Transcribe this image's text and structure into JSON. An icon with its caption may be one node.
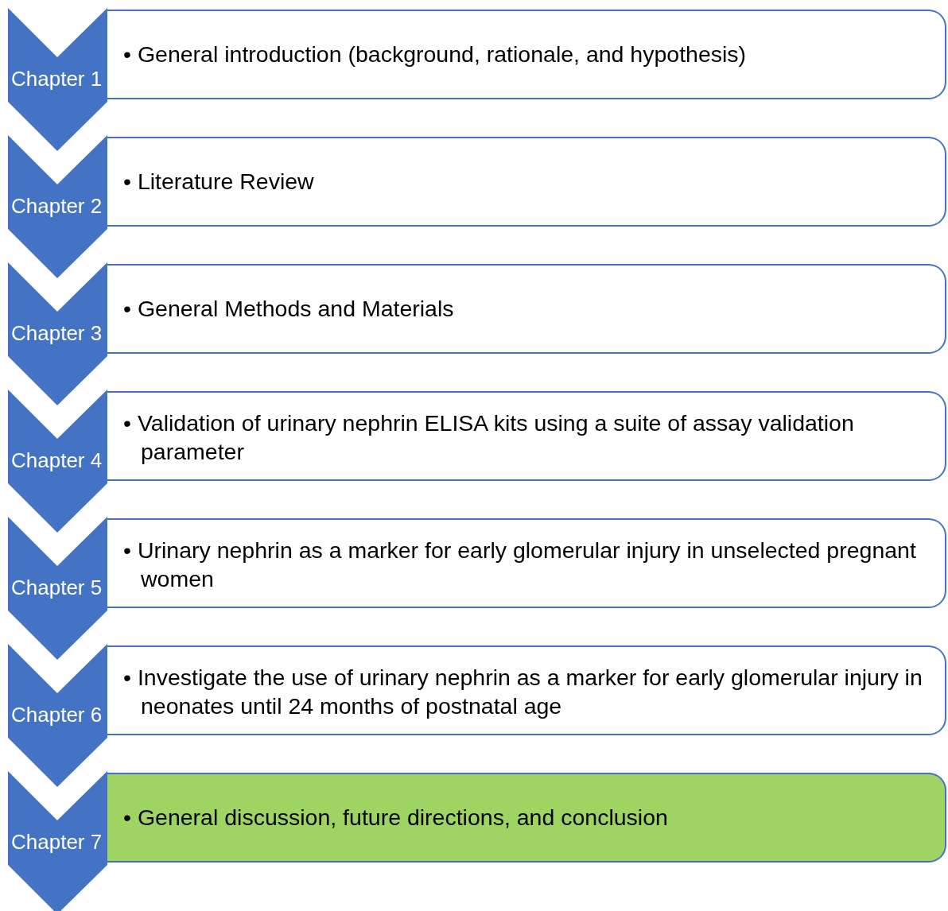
{
  "diagram": {
    "nodes": [
      {
        "text": [
          "Chapter 1"
        ]
      },
      {
        "text": [
          "• General introduction (background, rationale, and hypothesis)"
        ]
      },
      {
        "text": [
          "Chapter 2"
        ]
      },
      {
        "text": [
          "• Literature Review"
        ]
      },
      {
        "text": [
          "Chapter 3"
        ]
      },
      {
        "text": [
          "• General Methods and Materials"
        ]
      },
      {
        "text": [
          "Chapter 4"
        ]
      },
      {
        "text": [
          "• Validation of urinary nephrin ELISA kits using a suite of assay validation parameter"
        ]
      },
      {
        "text": [
          "Chapter 5"
        ]
      },
      {
        "text": [
          "• Urinary nephrin as a marker for early glomerular injury in unselected pregnant women"
        ]
      },
      {
        "text": [
          "Chapter 6"
        ]
      },
      {
        "text": [
          "• Investigate the use of urinary nephrin as a marker for early glomerular injury in neonates until 24 months of postnatal age"
        ]
      },
      {
        "text": [
          "Chapter 7"
        ]
      },
      {
        "text": [
          "• General discussion, future directions, and conclusion"
        ]
      }
    ]
  }
}
